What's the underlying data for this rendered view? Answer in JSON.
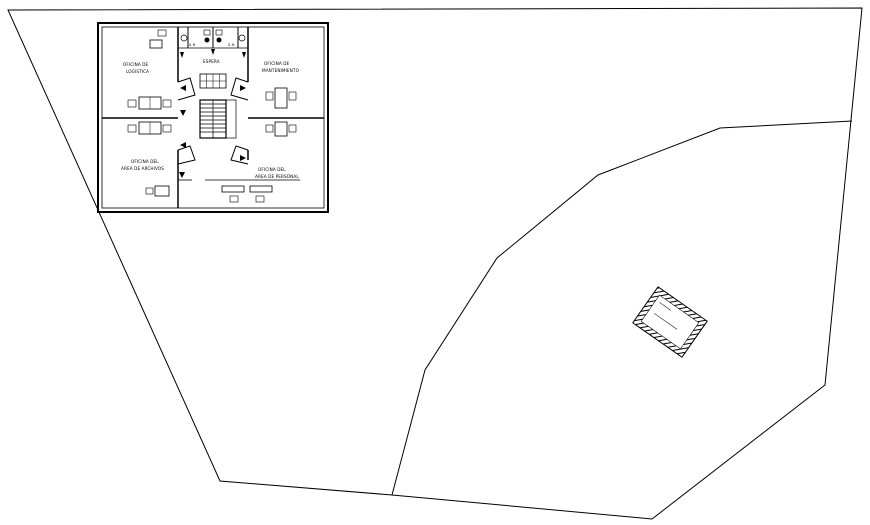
{
  "plan": {
    "rooms": {
      "espera": "ESPERA",
      "logistica_l1": "OFICINA DE",
      "logistica_l2": "LOGISTICA",
      "mantenimiento_l1": "OFICINA DE",
      "mantenimiento_l2": "MANTENIMIENTO",
      "archivos_l1": "OFICINA DEL",
      "archivos_l2": "AREA DE ARCHIVOS",
      "personal_l1": "OFICINA DEL",
      "personal_l2": "AREA DE PERSONAL"
    },
    "restrooms": {
      "left": "S.H.",
      "right": "S.H."
    }
  },
  "icons": [
    "desk-icon",
    "chair-icon",
    "arrow-icon",
    "stair-icon",
    "hatch-icon"
  ]
}
